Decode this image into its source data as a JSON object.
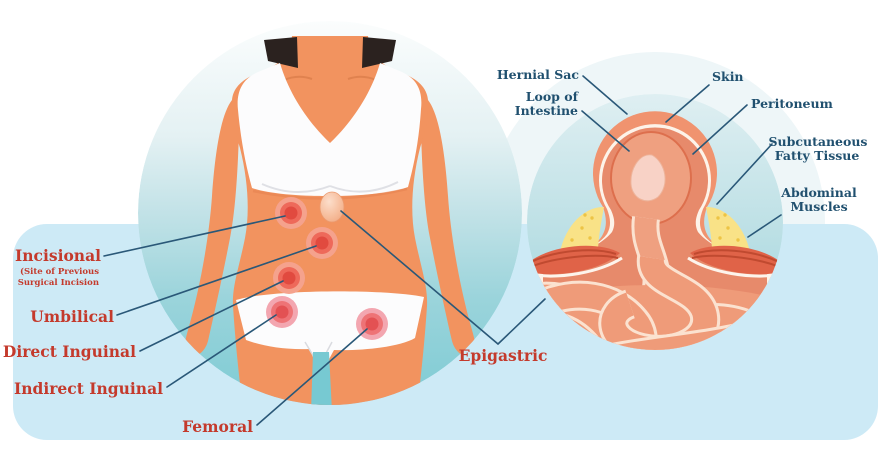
{
  "figure": {
    "type": "medical-illustration",
    "subject": "Abdominal hernia types with enlarged hernia cross-section",
    "colors": {
      "background": "#ffffff",
      "panel_blue": "#cdeaf6",
      "body_circle_teal": "#7ecbd4",
      "inset_circle_teal": "#9cd4dc",
      "skin": "#f2935f",
      "hair": "#2b221f",
      "garment_white": "#fcfcfd",
      "hernia_spot_red": "#e14a3f",
      "hernia_spot_pink": "#e35153",
      "epigastric_bump": "#f6bd9c",
      "label_red": "#c43a2c",
      "label_navy": "#20506f",
      "leader_line": "#2a5878",
      "fatty_tissue_yellow": "#f9e287",
      "muscle_red": "#e06348",
      "intestine_salmon": "#f09b79"
    },
    "body_labels": {
      "incisional": {
        "text": "Incisional",
        "sub_line1": "(Site of Previous",
        "sub_line2": "Surgical Incision"
      },
      "umbilical": {
        "text": "Umbilical"
      },
      "direct_inguinal": {
        "text": "Direct Inguinal"
      },
      "indirect_inguinal": {
        "text": "Indirect Inguinal"
      },
      "femoral": {
        "text": "Femoral"
      },
      "epigastric": {
        "text": "Epigastric"
      }
    },
    "inset_labels": {
      "hernial_sac": {
        "text": "Hernial Sac"
      },
      "loop_of_intestine": {
        "line1": "Loop of",
        "line2": "Intestine"
      },
      "skin": {
        "text": "Skin"
      },
      "peritoneum": {
        "text": "Peritoneum"
      },
      "subcutaneous_fatty_tissue": {
        "line1": "Subcutaneous",
        "line2": "Fatty Tissue"
      },
      "abdominal_muscles": {
        "line1": "Abdominal",
        "line2": "Muscles"
      }
    }
  }
}
